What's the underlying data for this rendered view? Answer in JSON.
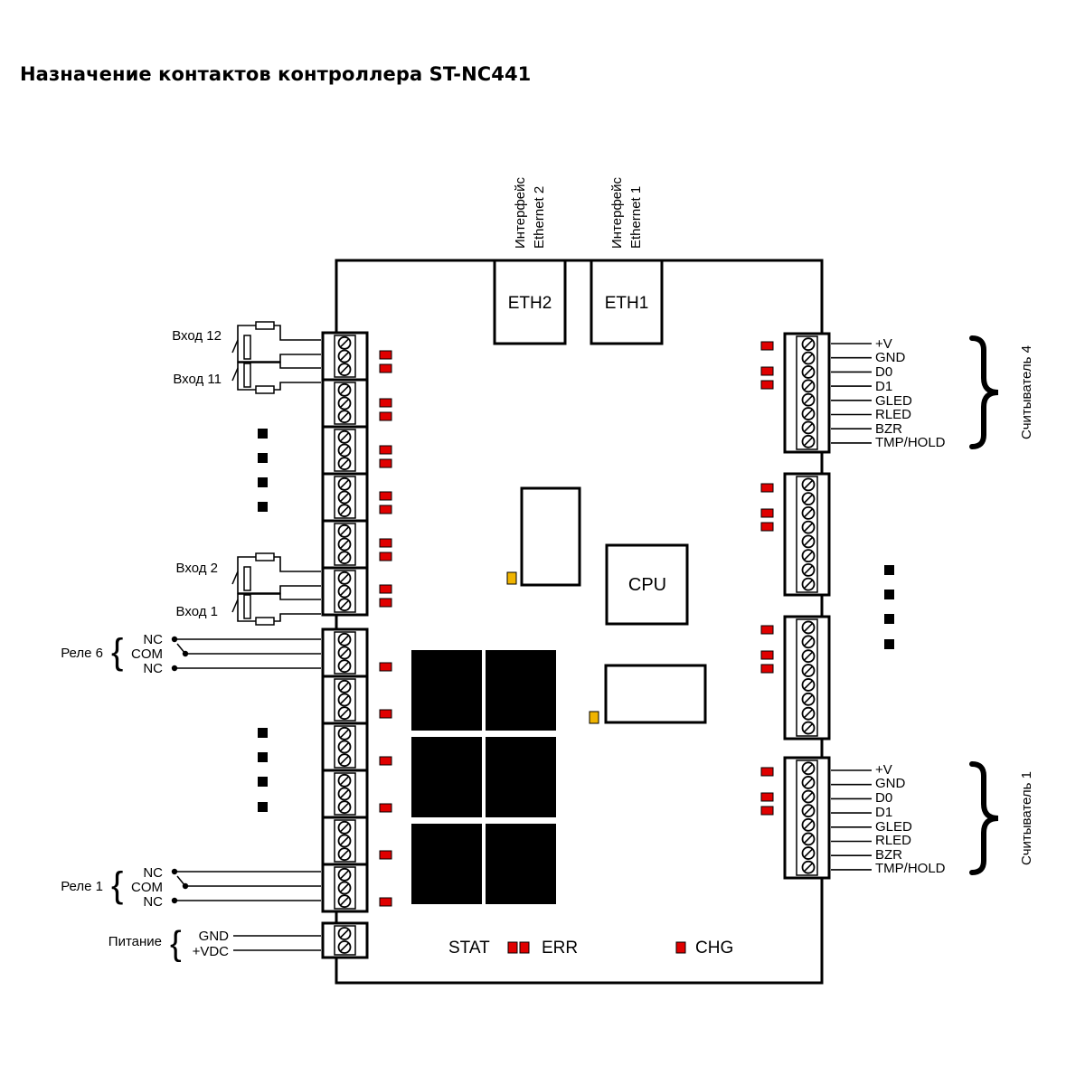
{
  "title": "Назначение контактов контроллера ST-NC441",
  "board": {
    "eth2": {
      "label": "ETH2",
      "caption_line1": "Интерфейс",
      "caption_line2": "Ethernet 2"
    },
    "eth1": {
      "label": "ETH1",
      "caption_line1": "Интерфейс",
      "caption_line2": "Ethernet 1"
    },
    "cpu_label": "CPU",
    "status_leds": {
      "stat": "STAT",
      "err": "ERR",
      "chg": "CHG"
    }
  },
  "inputs": [
    "Вход 12",
    "Вход 11",
    "Вход 2",
    "Вход 1"
  ],
  "relays": [
    {
      "label": "Реле 6",
      "pins": [
        "NC",
        "COM",
        "NC"
      ]
    },
    {
      "label": "Реле 1",
      "pins": [
        "NC",
        "COM",
        "NC"
      ]
    }
  ],
  "power": {
    "label": "Питание",
    "pins": [
      "GND",
      "+VDC"
    ]
  },
  "readers": [
    {
      "label": "Считыватель 4",
      "pins": [
        "+V",
        "GND",
        "D0",
        "D1",
        "GLED",
        "RLED",
        "BZR",
        "TMP/HOLD"
      ]
    },
    {
      "label": "Считыватель 1",
      "pins": [
        "+V",
        "GND",
        "D0",
        "D1",
        "GLED",
        "RLED",
        "BZR",
        "TMP/HOLD"
      ]
    }
  ],
  "colors": {
    "line": "#000000",
    "led_red": "#e00000",
    "led_amber": "#f0b400",
    "relay_block": "#000000"
  }
}
